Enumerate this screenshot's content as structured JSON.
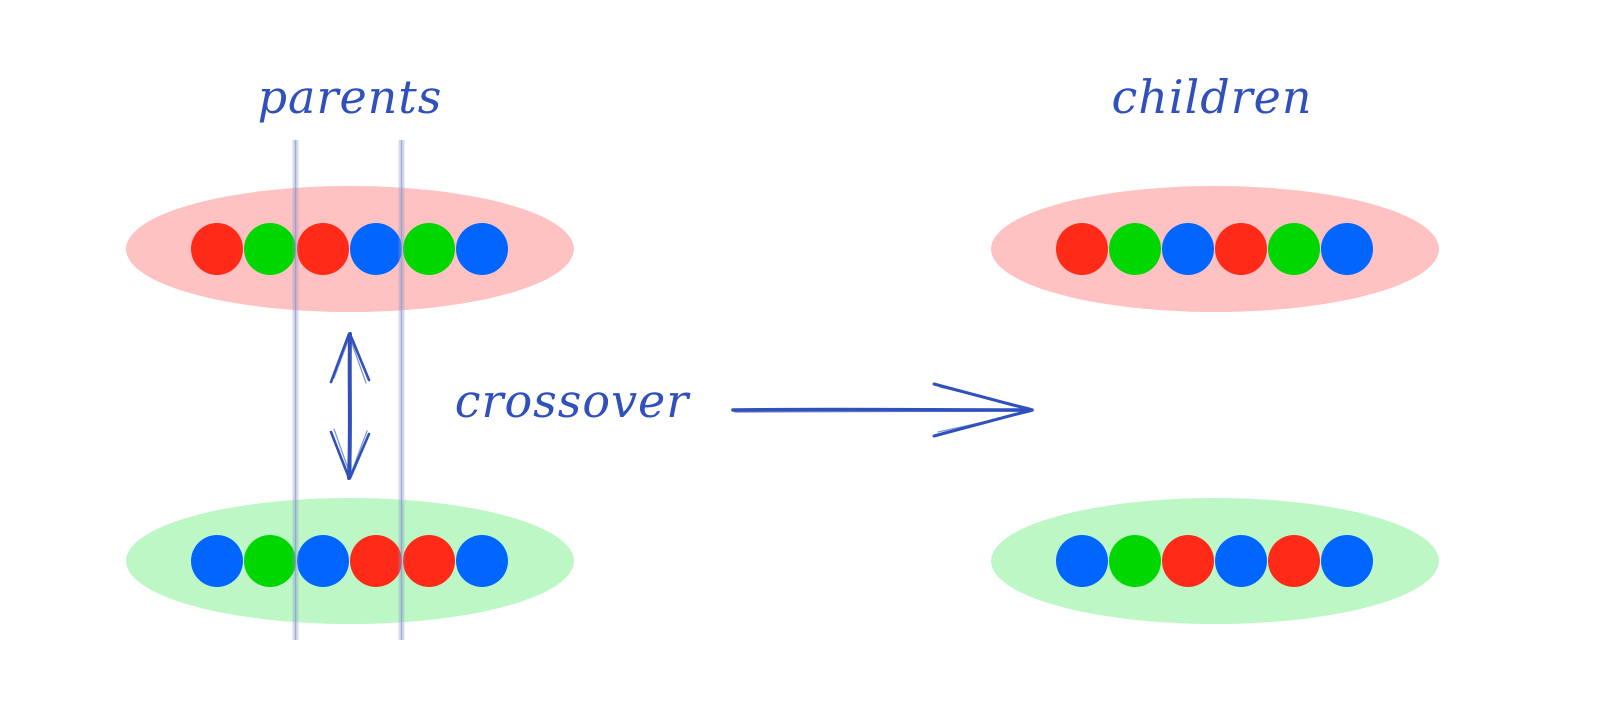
{
  "labels": {
    "parents": "parents",
    "children": "children",
    "crossover": "crossover"
  },
  "colors": {
    "gene_red": "#ff2a18",
    "gene_green": "#00d600",
    "gene_blue": "#0066ff",
    "parent1_fill": "#ffc2c2",
    "parent2_fill": "#bdf7c6",
    "ink": "#3050bb",
    "cut_line": "#8a99cc"
  },
  "parents": [
    {
      "genes": [
        "red",
        "green",
        "red",
        "blue",
        "green",
        "blue"
      ]
    },
    {
      "genes": [
        "blue",
        "green",
        "blue",
        "red",
        "red",
        "blue"
      ]
    }
  ],
  "children": [
    {
      "genes": [
        "red",
        "green",
        "blue",
        "red",
        "green",
        "blue"
      ]
    },
    {
      "genes": [
        "blue",
        "green",
        "red",
        "blue",
        "red",
        "blue"
      ]
    }
  ],
  "crossover_points": [
    2,
    4
  ]
}
